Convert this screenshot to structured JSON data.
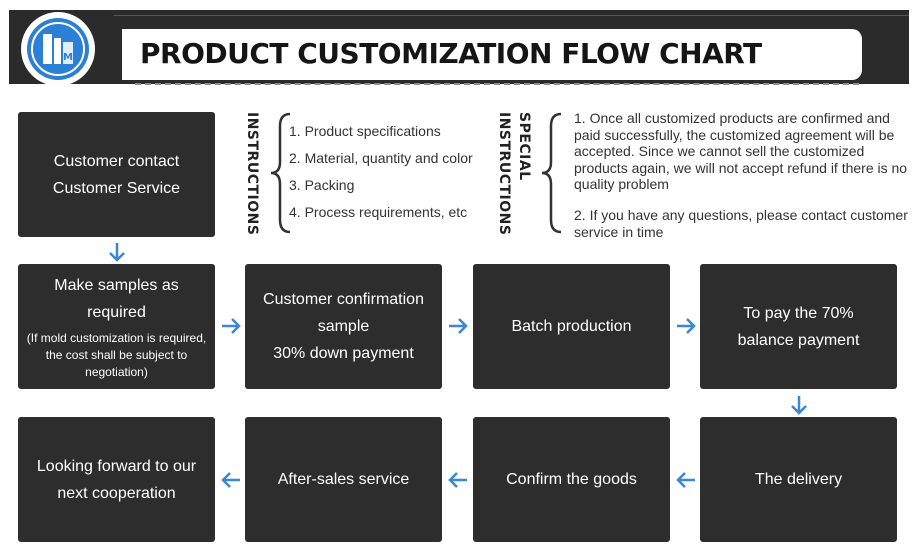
{
  "header": {
    "title": "PRODUCT CUSTOMIZATION FLOW CHART",
    "logo_icon": "m-logo-icon",
    "colors": {
      "bar": "#2b2b2b",
      "logo_blue": "#2b7fd4",
      "box": "#2d2d2d",
      "arrow": "#3a87d6"
    }
  },
  "instructions": {
    "label": "INSTRUCTIONS",
    "items": [
      "1. Product specifications",
      "2. Material, quantity and color",
      "3. Packing",
      "4. Process requirements, etc"
    ]
  },
  "special_instructions": {
    "label_line1": "SPECIAL",
    "label_line2": "INSTRUCTIONS",
    "items": [
      "1. Once all customized products are confirmed and paid successfully, the customized agreement will be accepted. Since we cannot sell the customized products again, we will not accept refund if there is no quality problem",
      "2. If you have any questions, please contact customer service in time"
    ]
  },
  "steps": {
    "contact": {
      "line1": "Customer contact",
      "line2": "Customer Service"
    },
    "samples": {
      "line1": "Make samples as required",
      "note1": "(If mold customization is required,",
      "note2": "the cost shall be subject to",
      "note3": "negotiation)"
    },
    "confirmation": {
      "line1": "Customer confirmation",
      "line2": "sample",
      "line3": "30% down payment"
    },
    "batch": {
      "line1": "Batch production"
    },
    "balance": {
      "line1": "To pay the 70%",
      "line2": "balance payment"
    },
    "delivery": {
      "line1": "The delivery"
    },
    "confirm_goods": {
      "line1": "Confirm the goods"
    },
    "after_sales": {
      "line1": "After-sales service"
    },
    "cooperation": {
      "line1": "Looking forward to our",
      "line2": "next cooperation"
    }
  }
}
